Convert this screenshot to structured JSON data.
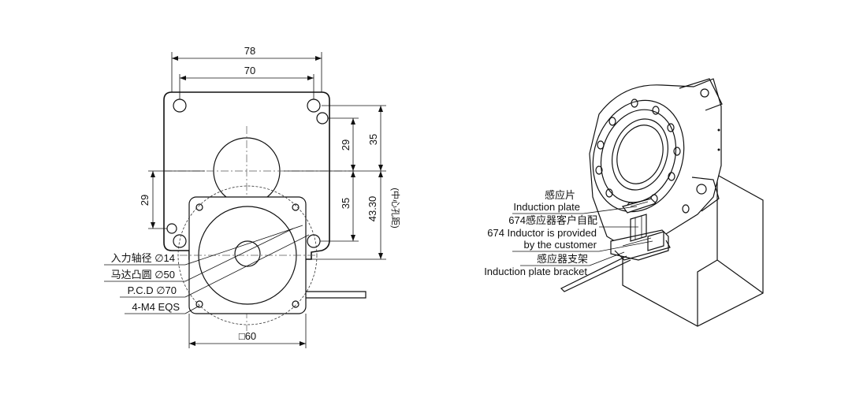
{
  "dimensions": {
    "top_outer": "78",
    "top_inner": "70",
    "right_upper": "29",
    "right_outer": "35",
    "right_lower": "35",
    "right_total": "43.30",
    "center_hole_distance": "(中心孔距)",
    "left_offset": "29",
    "bottom_square": "□60"
  },
  "left_callouts": {
    "input_shaft": "入力轴径 ∅14",
    "motor_boss": "马达凸圆 ∅50",
    "pcd": "P.C.D ∅70",
    "mount_holes": "4-M4 EQS"
  },
  "right_callouts": {
    "sensor_plate_cn": "感应片",
    "sensor_plate_en": "Induction plate",
    "inductor_cn": "674感应器客户自配",
    "inductor_en_line1": "674 Inductor is provided",
    "inductor_en_line2": "by the customer",
    "bracket_cn": "感应器支架",
    "bracket_en": "Induction plate bracket"
  }
}
